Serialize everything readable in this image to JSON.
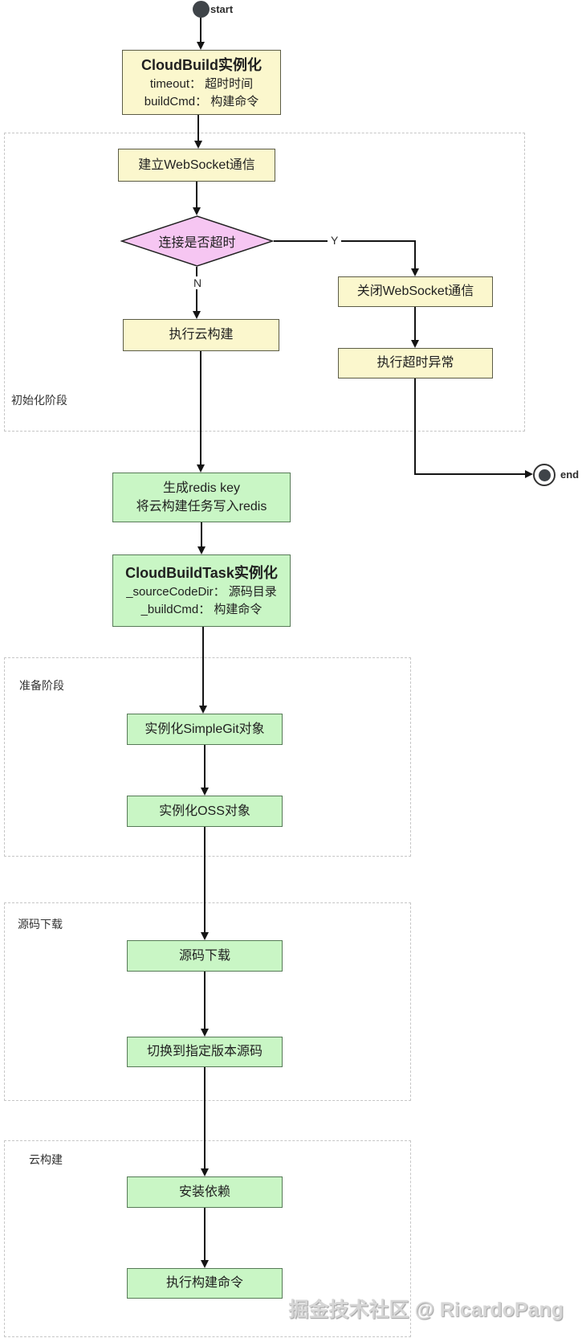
{
  "flowchart": {
    "terminals": {
      "start": "start",
      "end": "end"
    },
    "branch_labels": {
      "yes": "Y",
      "no": "N"
    },
    "nodes": {
      "cloudbuild_init": {
        "title": "CloudBuild实例化",
        "field1": "timeout： 超时时间",
        "field2": "buildCmd： 构建命令"
      },
      "establish_websocket": {
        "label": "建立WebSocket通信"
      },
      "connection_timeout_decision": {
        "label": "连接是否超时"
      },
      "close_websocket": {
        "label": "关闭WebSocket通信"
      },
      "exec_timeout_exception": {
        "label": "执行超时异常"
      },
      "exec_cloud_build": {
        "label": "执行云构建"
      },
      "write_redis": {
        "line1": "生成redis key",
        "line2": "将云构建任务写入redis"
      },
      "cloudbuildtask_init": {
        "title": "CloudBuildTask实例化",
        "field1": "_sourceCodeDir： 源码目录",
        "field2": "_buildCmd： 构建命令"
      },
      "init_simplegit": {
        "label": "实例化SimpleGit对象"
      },
      "init_oss": {
        "label": "实例化OSS对象"
      },
      "download_source": {
        "label": "源码下载"
      },
      "checkout_version": {
        "label": "切换到指定版本源码"
      },
      "install_dependencies": {
        "label": "安装依赖"
      },
      "exec_build_command": {
        "label": "执行构建命令"
      }
    },
    "regions": {
      "init_phase": {
        "label": "初始化阶段"
      },
      "prepare_phase": {
        "label": "准备阶段"
      },
      "source_download_phase": {
        "label": "源码下载"
      },
      "cloud_build_phase": {
        "label": "云构建"
      }
    },
    "watermark": "掘金技术社区 @ RicardoPang",
    "colors": {
      "process_yellow_fill": "#fbf7cd",
      "process_green_fill": "#c9f6c5",
      "decision_pink_fill": "#f6c6f2",
      "line_color": "#141414",
      "region_border": "#c6c6c6",
      "terminal_fill": "#3f4449"
    }
  }
}
